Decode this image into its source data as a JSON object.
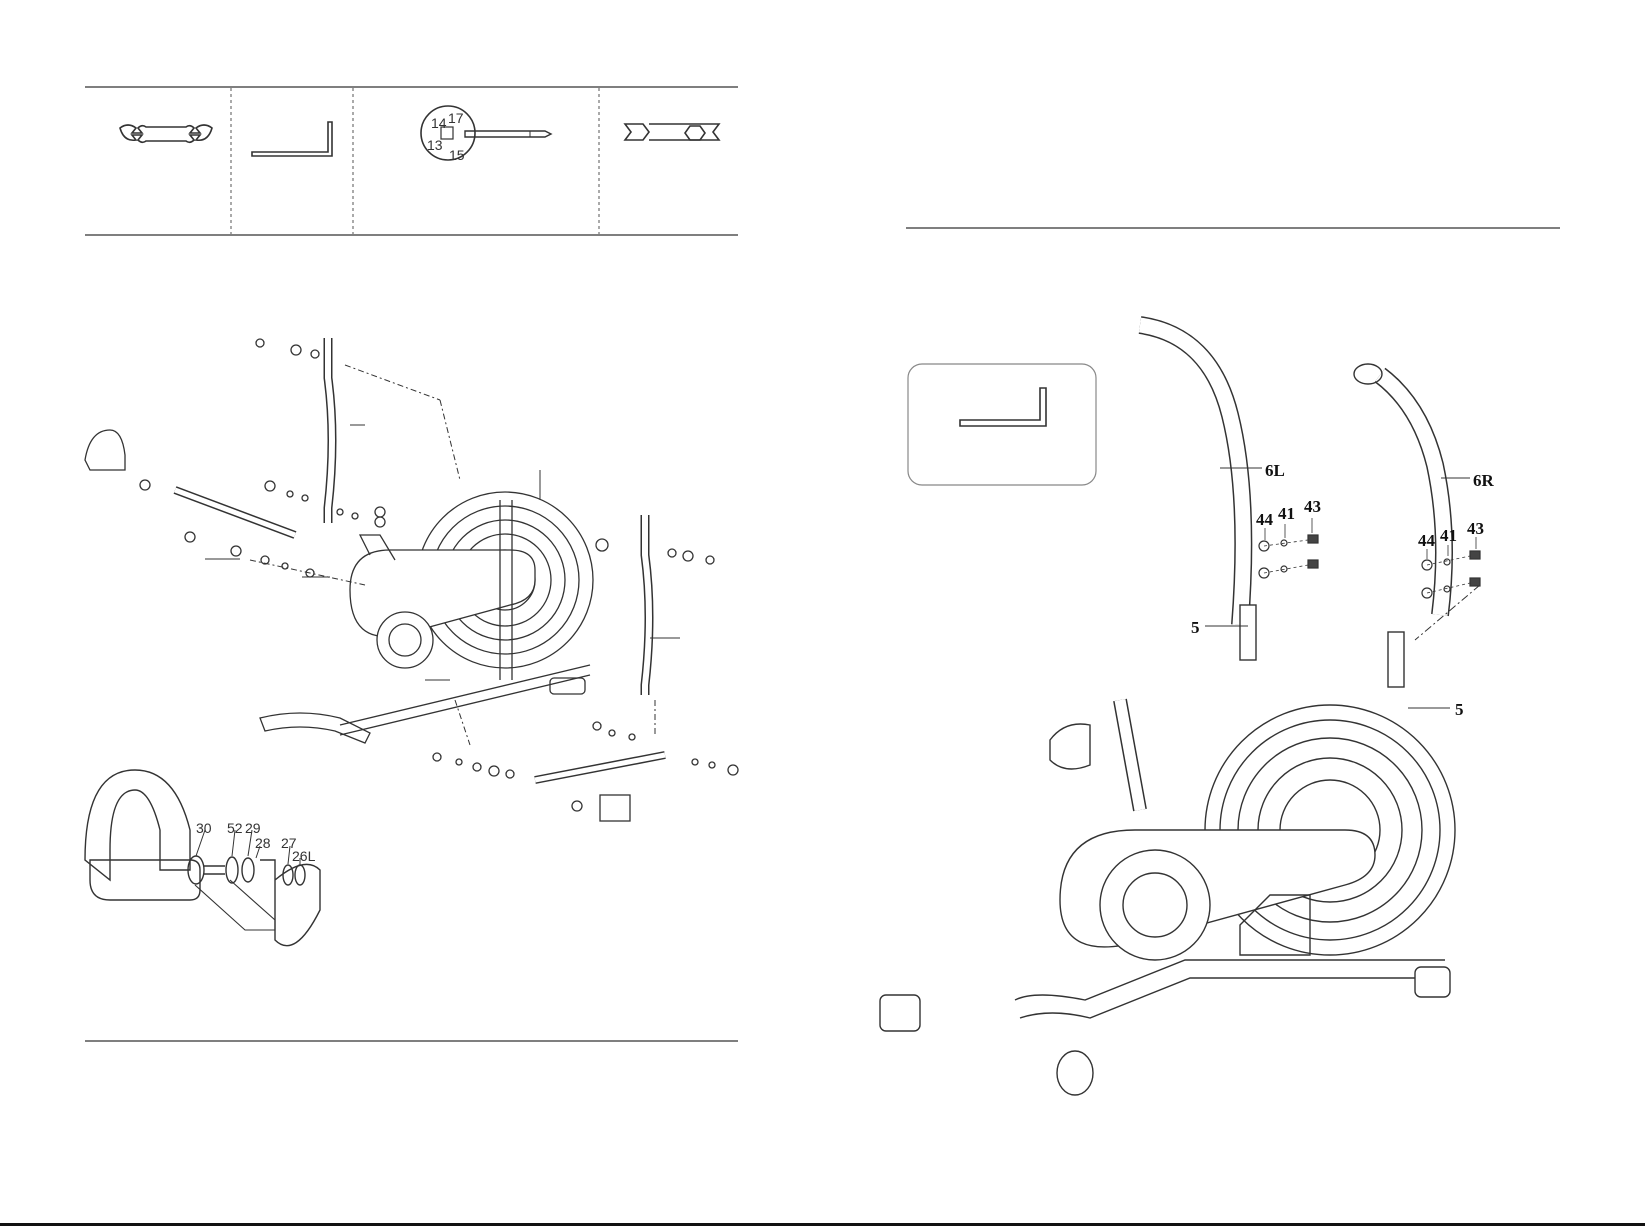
{
  "tools_panel": {
    "tools": [
      {
        "name": "open-end wrench",
        "icon": "open-wrench-icon"
      },
      {
        "name": "allen key",
        "icon": "allen-key-icon"
      },
      {
        "name": "multi-wrench screwdriver",
        "icon": "multi-wrench-icon",
        "sizes": [
          "14",
          "17",
          "13",
          "15"
        ]
      },
      {
        "name": "hex spanner",
        "icon": "hex-spanner-icon"
      }
    ]
  },
  "pedal_detail": {
    "labels": [
      "30",
      "52",
      "29",
      "28",
      "27",
      "26L"
    ]
  },
  "assembly_step": {
    "tool_box_icon": "allen-key-icon",
    "labels": {
      "handle_left": "6L",
      "handle_right": "6R",
      "washer_left": "44",
      "lock_left": "41",
      "bolt_left": "43",
      "washer_right": "44",
      "lock_right": "41",
      "bolt_right": "43",
      "post_left": "5",
      "post_right": "5"
    }
  }
}
